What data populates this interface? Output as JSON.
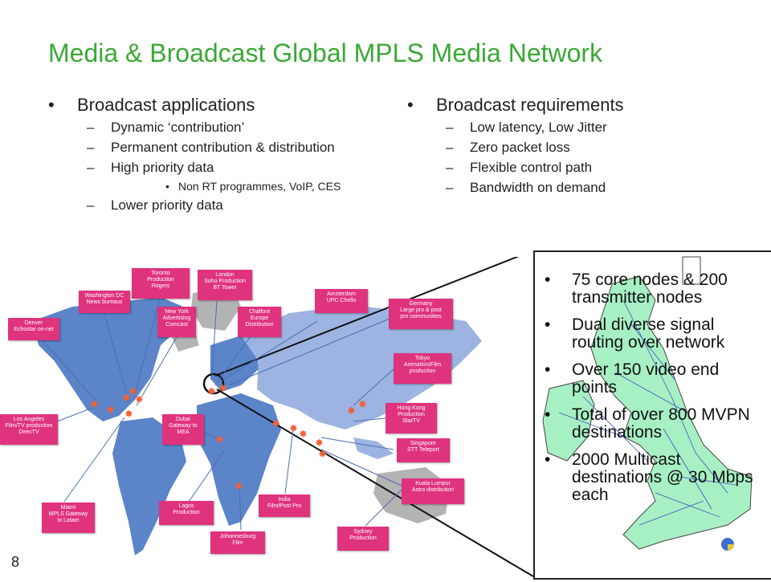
{
  "title": "Media & Broadcast Global MPLS Media Network",
  "left_column": {
    "heading": "Broadcast applications",
    "items": [
      {
        "text": "Dynamic ‘contribution’"
      },
      {
        "text": "Permanent contribution & distribution"
      },
      {
        "text": "High priority data",
        "sub": [
          "Non RT programmes, VoIP, CES"
        ]
      },
      {
        "text": "Lower priority data"
      }
    ]
  },
  "right_column": {
    "heading": "Broadcast requirements",
    "items": [
      "Low latency, Low Jitter",
      "Zero packet loss",
      "Flexible control path",
      "Bandwidth on demand"
    ]
  },
  "map_labels": [
    {
      "id": "toronto",
      "line1": "Toronto",
      "line2": "Production",
      "line3": "Rogers"
    },
    {
      "id": "london",
      "line1": "London",
      "line2": "Soho Production",
      "line3": "BT Tower"
    },
    {
      "id": "washington",
      "line1": "Washington DC",
      "line2": "News bureaus",
      "line3": ""
    },
    {
      "id": "newyork",
      "line1": "New York",
      "line2": "Advertising",
      "line3": "Comcast"
    },
    {
      "id": "chalfont",
      "line1": "Chalfont",
      "line2": "Europe",
      "line3": "Distribution"
    },
    {
      "id": "amsterdam",
      "line1": "Amsterdam",
      "line2": "UPC Chello",
      "line3": ""
    },
    {
      "id": "germany",
      "line1": "Germany",
      "line2": "Large pro & post",
      "line3": "pro communities"
    },
    {
      "id": "denver",
      "line1": "Denver",
      "line2": "Echostar on-net",
      "line3": ""
    },
    {
      "id": "tokyo",
      "line1": "Tokyo",
      "line2": "Animation/Film",
      "line3": "production"
    },
    {
      "id": "losangeles",
      "line1": "Los Angeles",
      "line2": "Film/TV production",
      "line3": "DirecTV"
    },
    {
      "id": "dubai",
      "line1": "Dubai",
      "line2": "Gateway to",
      "line3": "MEA"
    },
    {
      "id": "hongkong",
      "line1": "Hong Kong",
      "line2": "Production",
      "line3": "StarTV"
    },
    {
      "id": "singapore",
      "line1": "Singapore",
      "line2": "STT Teleport",
      "line3": ""
    },
    {
      "id": "kualalumpur",
      "line1": "Kuala Lumpur",
      "line2": "Astro distribution",
      "line3": ""
    },
    {
      "id": "miami",
      "line1": "Miami",
      "line2": "MPLS Gateway",
      "line3": "to Latam"
    },
    {
      "id": "lagos",
      "line1": "Lagos",
      "line2": "Production",
      "line3": ""
    },
    {
      "id": "india",
      "line1": "India",
      "line2": "Film/Post Pro",
      "line3": ""
    },
    {
      "id": "johannesburg",
      "line1": "Johannesburg",
      "line2": "Film",
      "line3": ""
    },
    {
      "id": "sydney",
      "line1": "Sydney",
      "line2": "Production",
      "line3": ""
    }
  ],
  "inset_bullets": [
    "75 core nodes & 200 transmitter nodes",
    "Dual diverse signal routing over network",
    "Over 150 video end points",
    "Total of over 800 MVPN destinations",
    "2000 Multicast destinations @ 30 Mbps each"
  ],
  "page_number": "8",
  "colors": {
    "title": "#3aa935",
    "label_bg": "#e0337e",
    "land_west": "#5b84c9",
    "land_east": "#9db4e2",
    "land_grey": "#b3b3b3",
    "uk_land": "#a7f0c4",
    "star": "#f0603a"
  }
}
